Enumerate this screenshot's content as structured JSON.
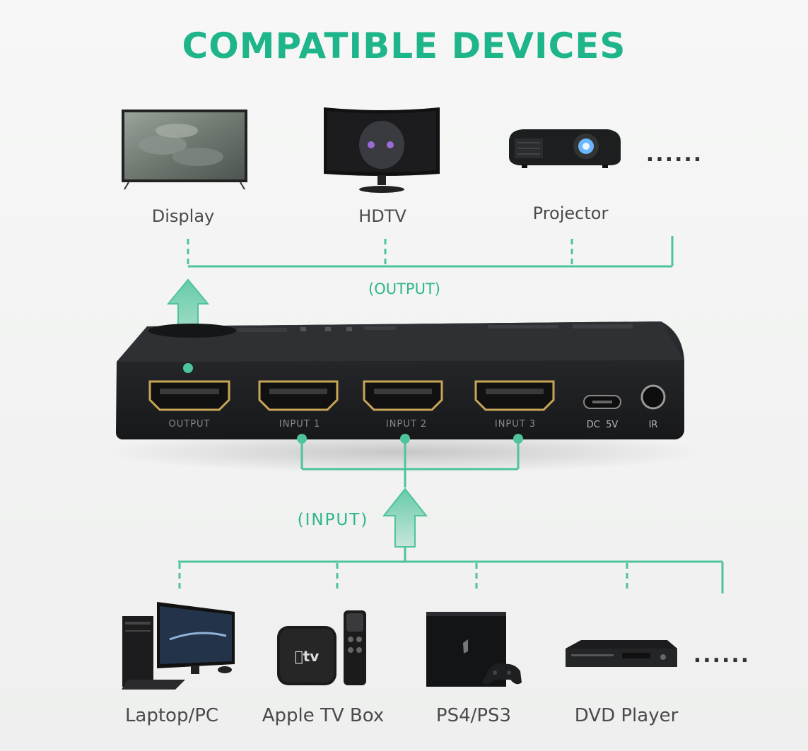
{
  "title": "COMPATIBLE DEVICES",
  "colors": {
    "accent": "#1fb58a",
    "line": "#4ec49b",
    "device": "#202224",
    "port_gold": "#c9a557"
  },
  "output_devices": [
    {
      "label": "Display",
      "icon": "display-icon"
    },
    {
      "label": "HDTV",
      "icon": "hdtv-icon"
    },
    {
      "label": "Projector",
      "icon": "projector-icon"
    },
    {
      "label": "......",
      "icon": "more-icon"
    }
  ],
  "output_label": "(OUTPUT)",
  "input_label": "(INPUT)",
  "switch": {
    "ports": [
      {
        "label": "OUTPUT"
      },
      {
        "label": "INPUT 1"
      },
      {
        "label": "INPUT 2"
      },
      {
        "label": "INPUT 3"
      }
    ],
    "dc_label": "DC  5V",
    "ir_label": "IR"
  },
  "input_devices": [
    {
      "label": "Laptop/PC",
      "icon": "pc-icon"
    },
    {
      "label": "Apple TV Box",
      "icon": "apple-tv-icon"
    },
    {
      "label": "PS4/PS3",
      "icon": "playstation-icon"
    },
    {
      "label": "DVD Player",
      "icon": "dvd-player-icon"
    },
    {
      "label": "......",
      "icon": "more-icon"
    }
  ]
}
